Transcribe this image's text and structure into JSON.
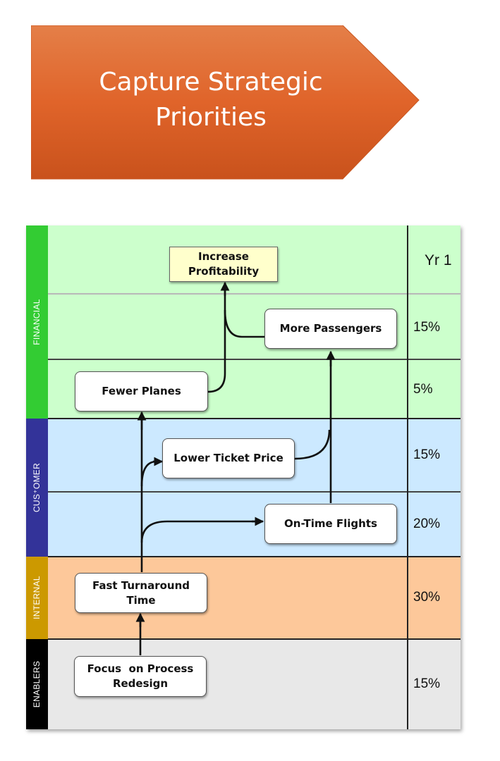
{
  "banner": {
    "title": "Capture Strategic Priorities",
    "color": "#e0642a"
  },
  "strategy_map": {
    "year_label": "Yr 1",
    "perspectives": [
      {
        "name": "FINANCIAL",
        "band_color": "#ccffcc",
        "stripe_color": "#33cc33",
        "text_color": "#ffffff"
      },
      {
        "name": "CUS⁺OMER",
        "band_color": "#cce9ff",
        "stripe_color": "#333399",
        "text_color": "#ffffff"
      },
      {
        "name": "INTERNAL",
        "band_color": "#fdc89a",
        "stripe_color": "#cc9900",
        "text_color": "#ffffff"
      },
      {
        "name": "ENABLERS",
        "band_color": "#e8e8e8",
        "stripe_color": "#000000",
        "text_color": "#ffffff"
      }
    ],
    "weights": [
      "15%",
      "5%",
      "15%",
      "20%",
      "30%",
      "15%"
    ],
    "objectives": {
      "increase_profitability": "Increase Profitability",
      "more_passengers": "More Passengers",
      "fewer_planes": "Fewer Planes",
      "lower_ticket_price": "Lower Ticket Price",
      "on_time_flights": "On-Time Flights",
      "fast_turnaround_time": "Fast Turnaround Time",
      "focus_on_process_redesign": "Focus  on Process Redesign"
    }
  }
}
